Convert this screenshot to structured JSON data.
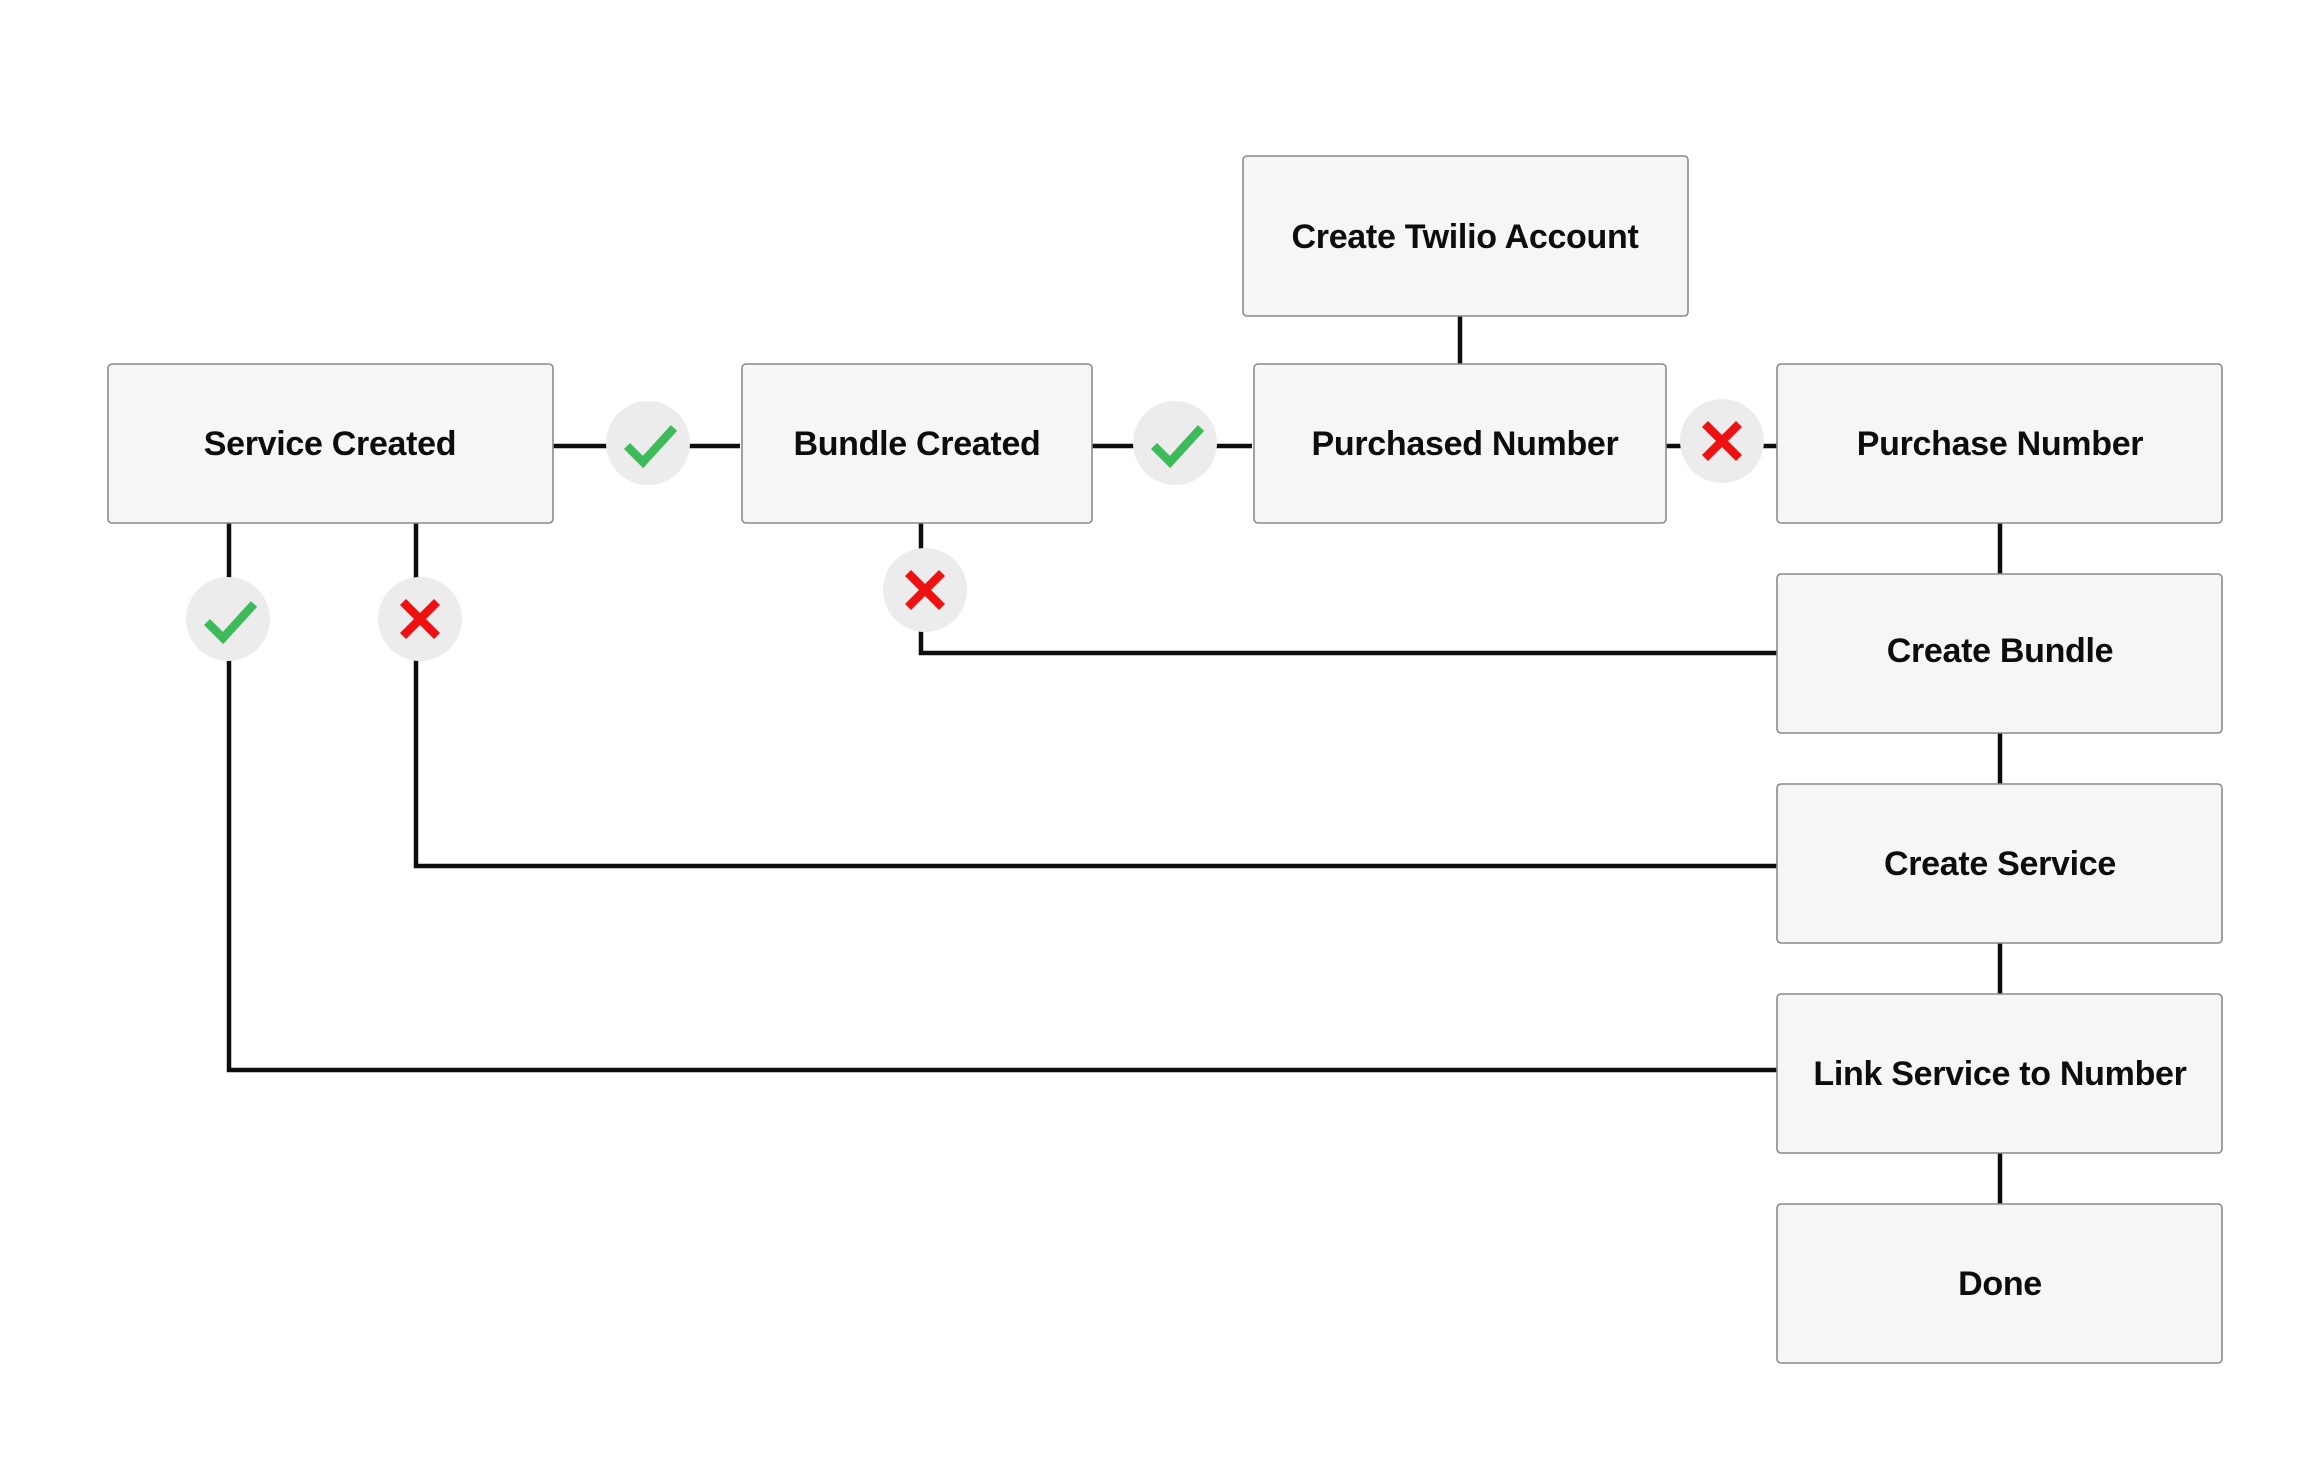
{
  "nodes": {
    "create_twilio_account": "Create Twilio Account",
    "service_created": "Service Created",
    "bundle_created": "Bundle Created",
    "purchased_number": "Purchased Number",
    "purchase_number": "Purchase Number",
    "create_bundle": "Create Bundle",
    "create_service": "Create Service",
    "link_service_to_number": "Link Service to Number",
    "done": "Done"
  },
  "badges": {
    "service_created_to_bundle_created": "check",
    "bundle_created_to_purchased_number": "check",
    "purchased_number_to_purchase_number": "cross",
    "bundle_created_to_create_bundle": "cross",
    "service_created_to_link_service": "check",
    "service_created_to_create_service": "cross"
  },
  "colors": {
    "node_fill": "#f6f6f6",
    "node_border": "#8a8a8a",
    "line": "#0d0d0d",
    "check": "#3dbb5a",
    "cross": "#ee1111",
    "badge_bg": "#ececec"
  }
}
